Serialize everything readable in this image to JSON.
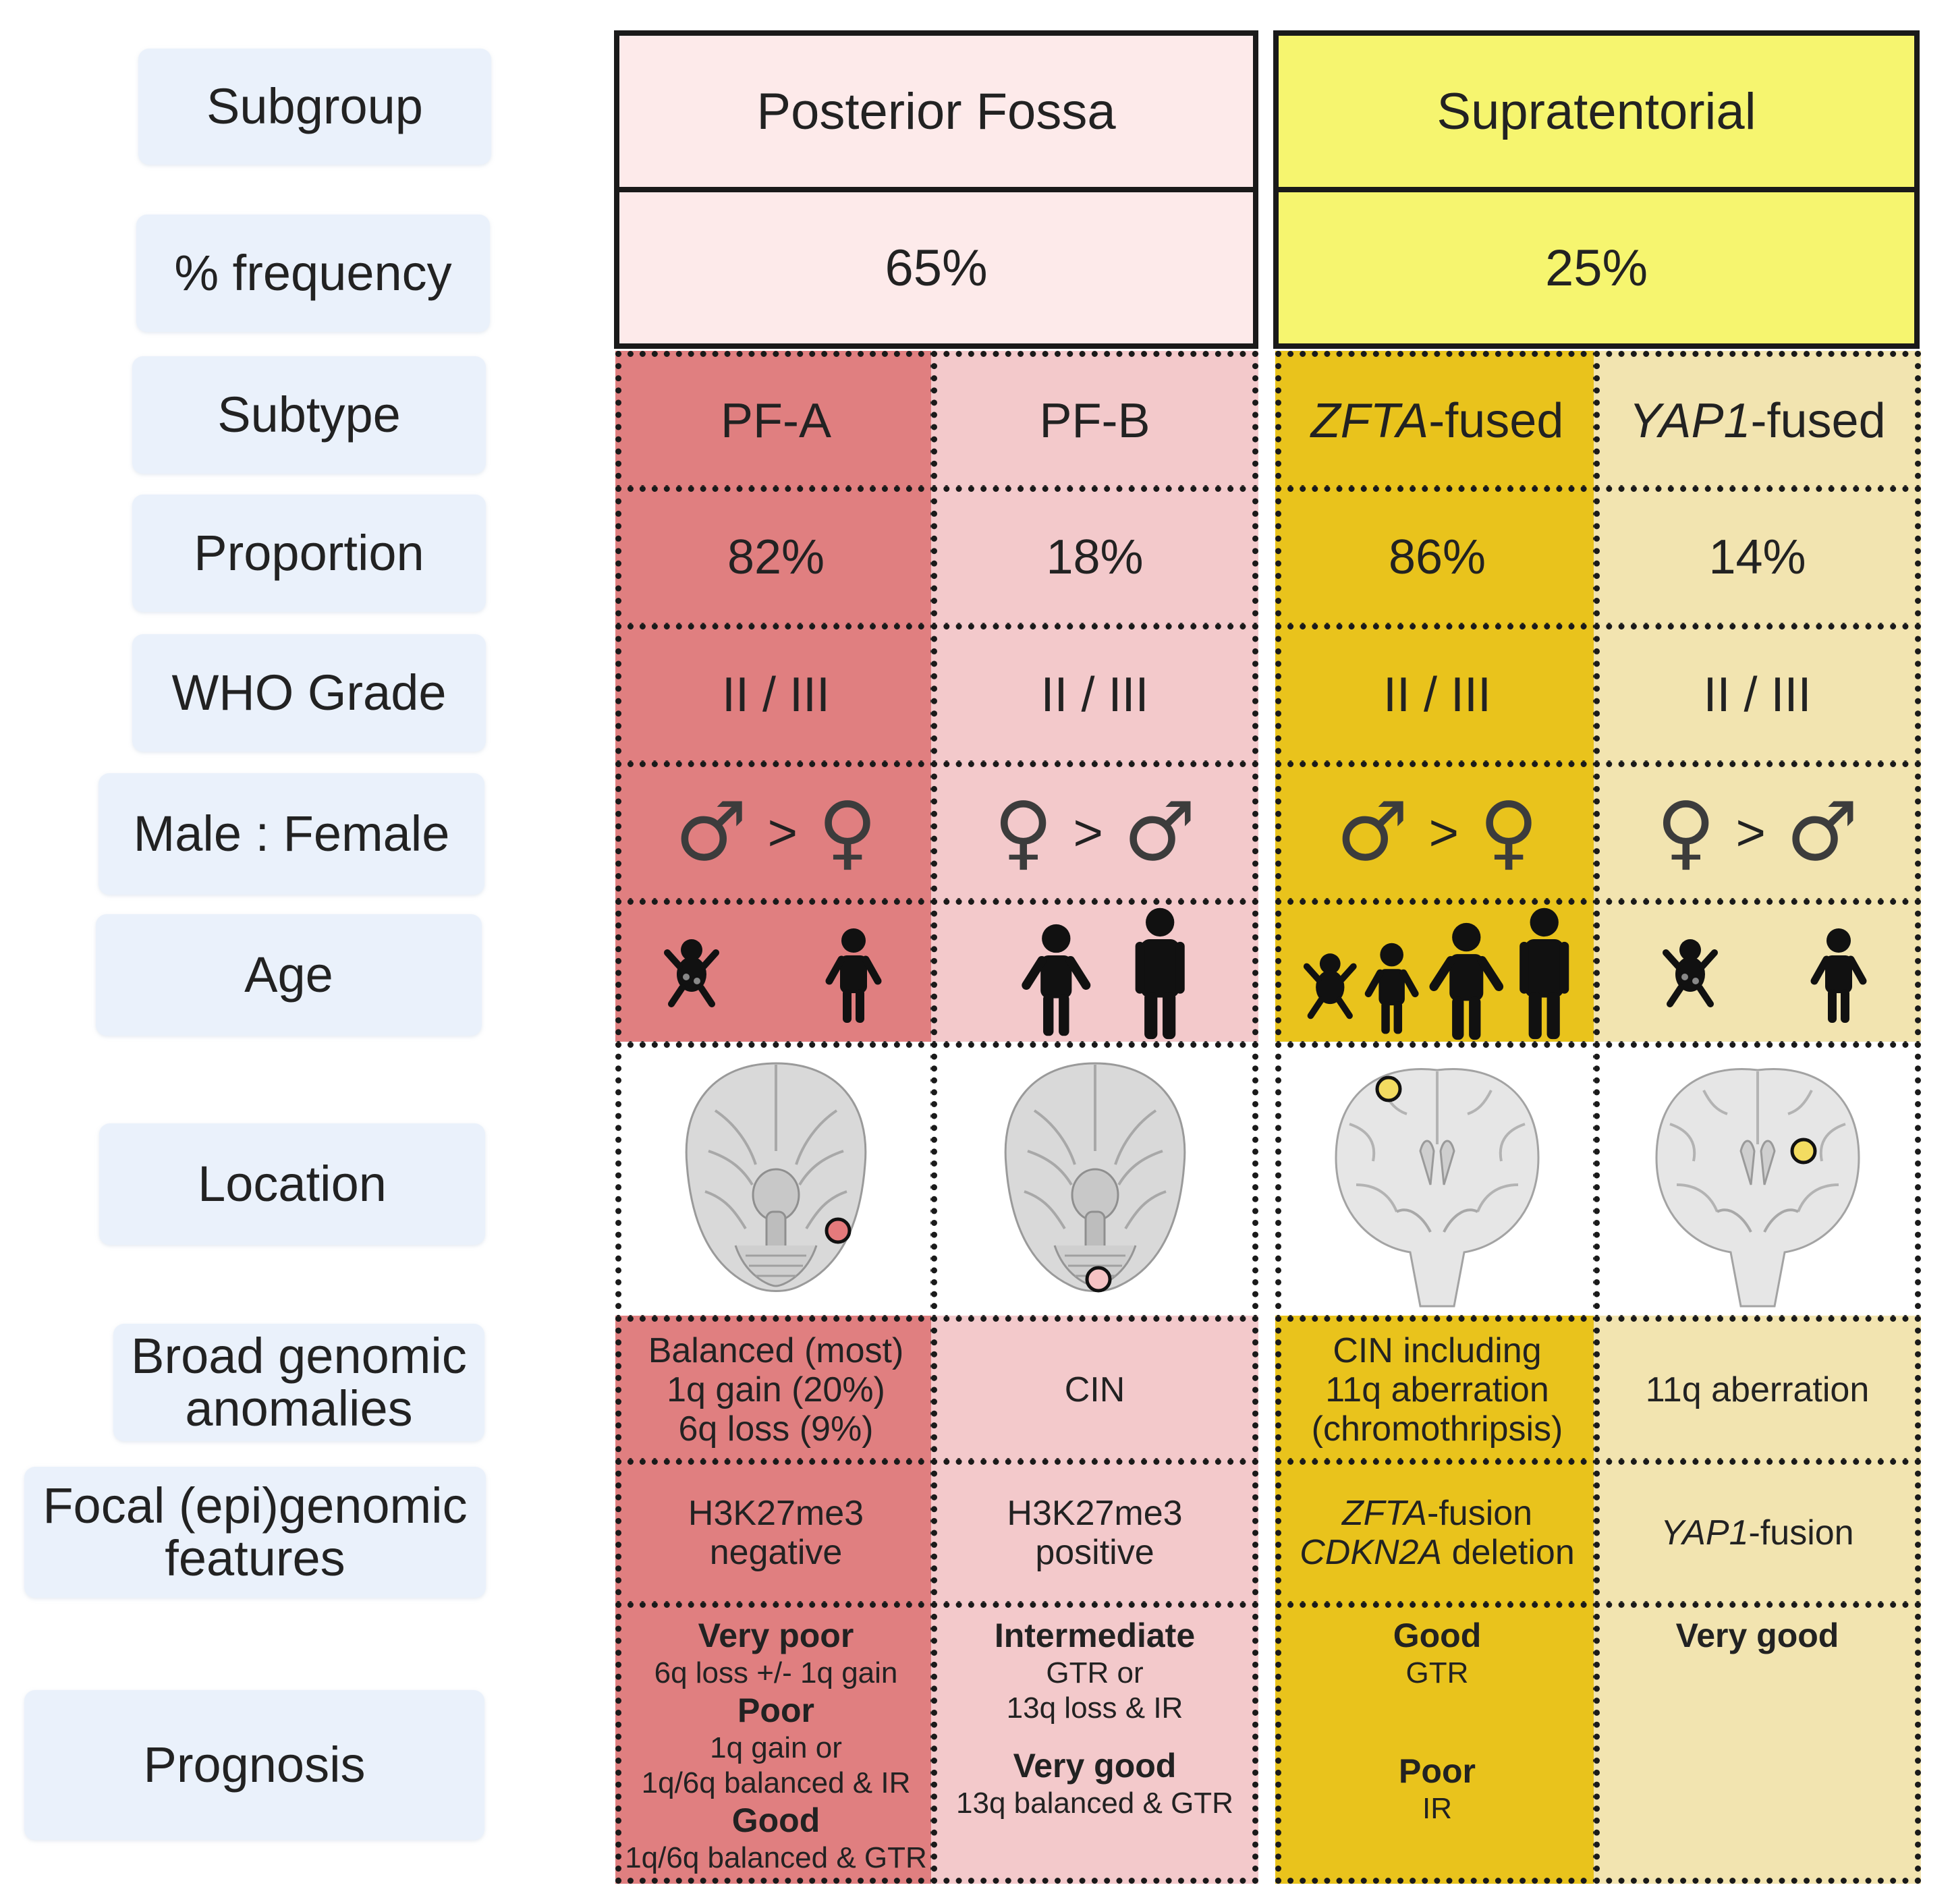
{
  "row_labels": {
    "subgroup": "Subgroup",
    "frequency": "% frequency",
    "subtype": "Subtype",
    "proportion": "Proportion",
    "who_grade": "WHO Grade",
    "male_female": "Male : Female",
    "age": "Age",
    "location": "Location",
    "broad_line1": "Broad genomic",
    "broad_line2": "anomalies",
    "focal_line1": "Focal (epi)genomic",
    "focal_line2": "features",
    "prognosis": "Prognosis"
  },
  "groups": {
    "pf": {
      "name": "Posterior Fossa",
      "frequency": "65%"
    },
    "st": {
      "name": "Supratentorial",
      "frequency": "25%"
    }
  },
  "subtypes": {
    "pfa": {
      "name": "PF-A",
      "proportion": "82%",
      "grade": "II / III",
      "sex_left": "♂",
      "sex_right": "♀",
      "gt": ">",
      "ages": [
        "infant-icon",
        "child-icon"
      ],
      "broad": [
        "Balanced (most)",
        "1q gain (20%)",
        "6q  loss (9%)"
      ],
      "focal": [
        "H3K27me3",
        "negative"
      ],
      "prognosis": {
        "h1": "Very poor",
        "t1": "6q loss +/- 1q gain",
        "h2": "Poor",
        "t2a": "1q gain or",
        "t2b": "1q/6q balanced & IR",
        "h3": "Good",
        "t3": "1q/6q balanced & GTR"
      }
    },
    "pfb": {
      "name": "PF-B",
      "proportion": "18%",
      "grade": "II / III",
      "sex_left": "♀",
      "sex_right": "♂",
      "gt": ">",
      "ages": [
        "child-icon",
        "adult-icon"
      ],
      "broad": [
        "CIN"
      ],
      "focal": [
        "H3K27me3",
        "positive"
      ],
      "prognosis": {
        "h1": "Intermediate",
        "t1a": "GTR or",
        "t1b": "13q loss & IR",
        "h2": "Very good",
        "t2": "13q balanced & GTR"
      }
    },
    "zfta": {
      "name_italic": "ZFTA",
      "name_rest": "-fused",
      "proportion": "86%",
      "grade": "II / III",
      "sex_left": "♂",
      "sex_right": "♀",
      "gt": ">",
      "ages": [
        "infant-icon",
        "child-icon",
        "teen-icon",
        "adult-icon"
      ],
      "broad": [
        "CIN including",
        "11q aberration",
        "(chromothripsis)"
      ],
      "focal_l1_italic": "ZFTA",
      "focal_l1_rest": "-fusion",
      "focal_l2_italic": "CDKN2A",
      "focal_l2_rest": " deletion",
      "prognosis": {
        "h1": "Good",
        "t1": "GTR",
        "h2": "Poor",
        "t2": "IR"
      }
    },
    "yap1": {
      "name_italic": "YAP1",
      "name_rest": "-fused",
      "proportion": "14%",
      "grade": "II / III",
      "sex_left": "♀",
      "sex_right": "♂",
      "gt": ">",
      "ages": [
        "infant-icon",
        "child-icon"
      ],
      "broad": [
        "11q aberration"
      ],
      "focal_italic": "YAP1",
      "focal_rest": "-fusion",
      "prognosis": {
        "h1": "Very good"
      }
    }
  },
  "colors": {
    "pf_header": "#fdeaea",
    "st_header": "#f6f56f",
    "pfa": "#e07f80",
    "pfb": "#f3c9cb",
    "zfta": "#e9c31c",
    "yap1": "#f2e4b0",
    "label_bg": "#eaf1fb",
    "tumor_pfa": "#e57a7c",
    "tumor_pfb": "#f6c3c4",
    "tumor_st": "#f3dc61"
  },
  "icons": [
    "male-symbol",
    "female-symbol",
    "infant-icon",
    "child-icon",
    "teen-icon",
    "adult-icon",
    "brain-ventral-icon",
    "brain-coronal-icon"
  ]
}
